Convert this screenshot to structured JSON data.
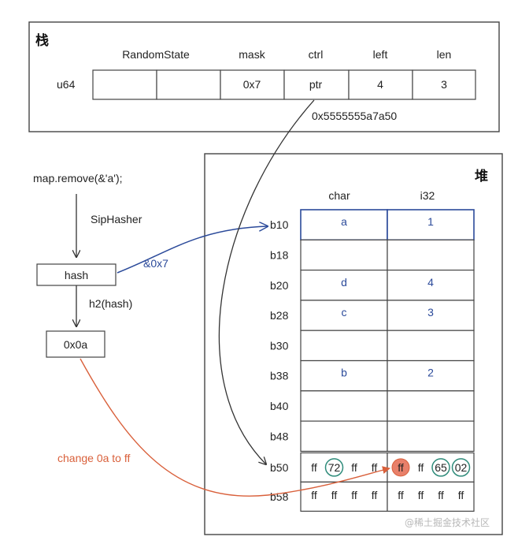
{
  "stack": {
    "title": "栈",
    "row_label": "u64",
    "columns": [
      "RandomState",
      "",
      "mask",
      "ctrl",
      "left",
      "len"
    ],
    "values": [
      "",
      "",
      "0x7",
      "ptr",
      "4",
      "3"
    ],
    "address": "0x5555555a7a50"
  },
  "heap": {
    "title": "堆",
    "col_headers": [
      "char",
      "i32"
    ],
    "rows": [
      {
        "label": "b10",
        "char": "a",
        "i32": "1"
      },
      {
        "label": "b18",
        "char": "",
        "i32": ""
      },
      {
        "label": "b20",
        "char": "d",
        "i32": "4"
      },
      {
        "label": "b28",
        "char": "c",
        "i32": "3"
      },
      {
        "label": "b30",
        "char": "",
        "i32": ""
      },
      {
        "label": "b38",
        "char": "b",
        "i32": "2"
      },
      {
        "label": "b40",
        "char": "",
        "i32": ""
      },
      {
        "label": "b48",
        "char": "",
        "i32": ""
      }
    ],
    "ctrl_rows": [
      {
        "label": "b50",
        "left": [
          "ff",
          "72",
          "ff",
          "ff"
        ],
        "right": [
          "ff",
          "ff",
          "65",
          "02"
        ]
      },
      {
        "label": "b58",
        "left": [
          "ff",
          "ff",
          "ff",
          "ff"
        ],
        "right": [
          "ff",
          "ff",
          "ff",
          "ff"
        ]
      }
    ]
  },
  "flow": {
    "call": "map.remove(&'a');",
    "hasher": "SipHasher",
    "hash_box": "hash",
    "mask_op": "&0x7",
    "h2_op": "h2(hash)",
    "h2_box": "0x0a",
    "change_note": "change 0a to ff"
  },
  "colors": {
    "blue": "#2b4a9a",
    "orange": "#d9603b",
    "teal": "#2e8b7a",
    "highlight_fill": "#e8806a"
  },
  "watermark": "@稀土掘金技术社区"
}
